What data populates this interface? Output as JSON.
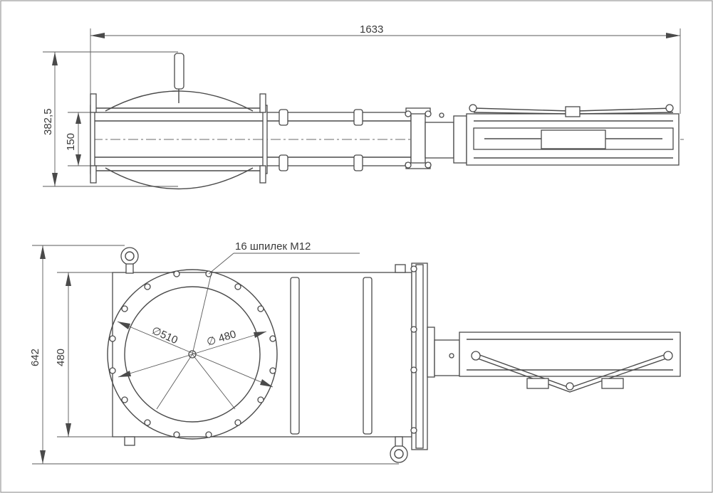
{
  "top_view": {
    "overall_length": "1633",
    "height_dim": "382,5",
    "bore_dim": "150"
  },
  "front_view": {
    "overall_height": "642",
    "body_height": "480",
    "flange_outer_dia": "∅510",
    "bore_dia": "∅ 480",
    "studs_note": "16 шпилек М12"
  }
}
